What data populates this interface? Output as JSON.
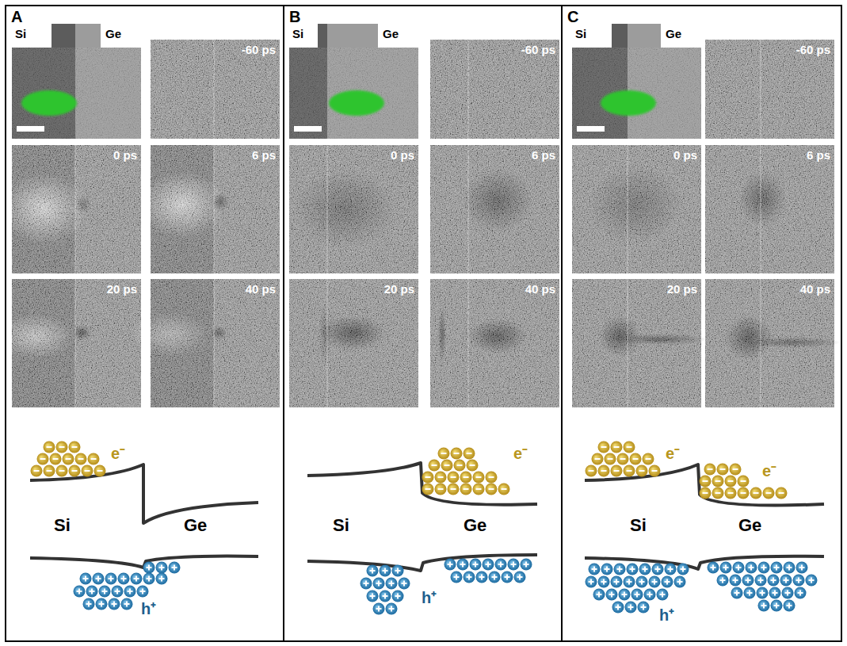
{
  "diagram": {
    "nodes": [
      {
        "text": [
          "A"
        ]
      },
      {
        "text": [
          "Si",
          "Ge"
        ],
        "in": 0
      },
      {
        "text": [
          "-60 ps"
        ],
        "in": 0
      },
      {
        "text": [
          "0 ps"
        ],
        "in": 0
      },
      {
        "text": [
          "6 ps"
        ],
        "in": 0
      },
      {
        "text": [
          "20 ps"
        ],
        "in": 0
      },
      {
        "text": [
          "40 ps"
        ],
        "in": 0
      },
      {
        "text": [
          "B"
        ]
      },
      {
        "text": [
          "Si",
          "Ge"
        ],
        "in": 7
      },
      {
        "text": [
          "-60 ps"
        ],
        "in": 7
      },
      {
        "text": [
          "0 ps"
        ],
        "in": 7
      },
      {
        "text": [
          "6 ps"
        ],
        "in": 7
      },
      {
        "text": [
          "20 ps"
        ],
        "in": 7
      },
      {
        "text": [
          "40 ps"
        ],
        "in": 7
      },
      {
        "text": [
          "C"
        ]
      },
      {
        "text": [
          "Si",
          "Ge"
        ],
        "in": 14
      },
      {
        "text": [
          "-60 ps"
        ],
        "in": 14
      },
      {
        "text": [
          "0 ps"
        ],
        "in": 14
      },
      {
        "text": [
          "6 ps"
        ],
        "in": 14
      },
      {
        "text": [
          "20 ps"
        ],
        "in": 14
      },
      {
        "text": [
          "40 ps"
        ],
        "in": 14
      }
    ],
    "labels": [
      "e⁻",
      "h⁺",
      "Si",
      "Ge",
      "e⁻",
      "h⁺",
      "Si",
      "Ge",
      "e⁻",
      "e⁻",
      "h⁺",
      "Si",
      "Ge"
    ]
  }
}
